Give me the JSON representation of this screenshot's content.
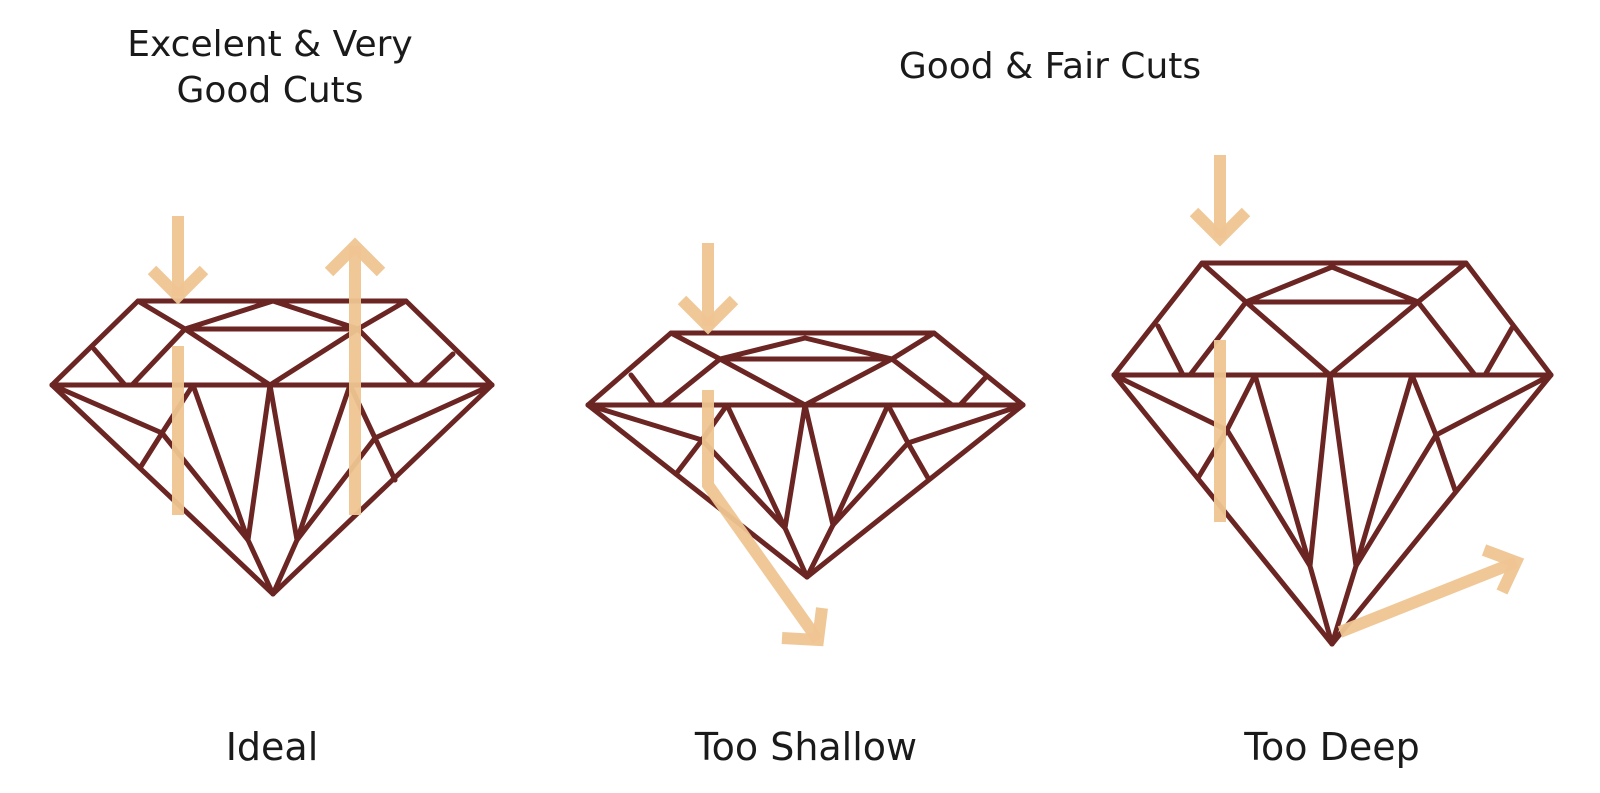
{
  "headings": {
    "excellent": "Excelent & Very\nGood Cuts",
    "good_fair": "Good & Fair Cuts"
  },
  "captions": {
    "ideal": "Ideal",
    "shallow": "Too Shallow",
    "deep": "Too Deep"
  },
  "colors": {
    "outline": "#6b2523",
    "light_ray": "#efc592"
  }
}
